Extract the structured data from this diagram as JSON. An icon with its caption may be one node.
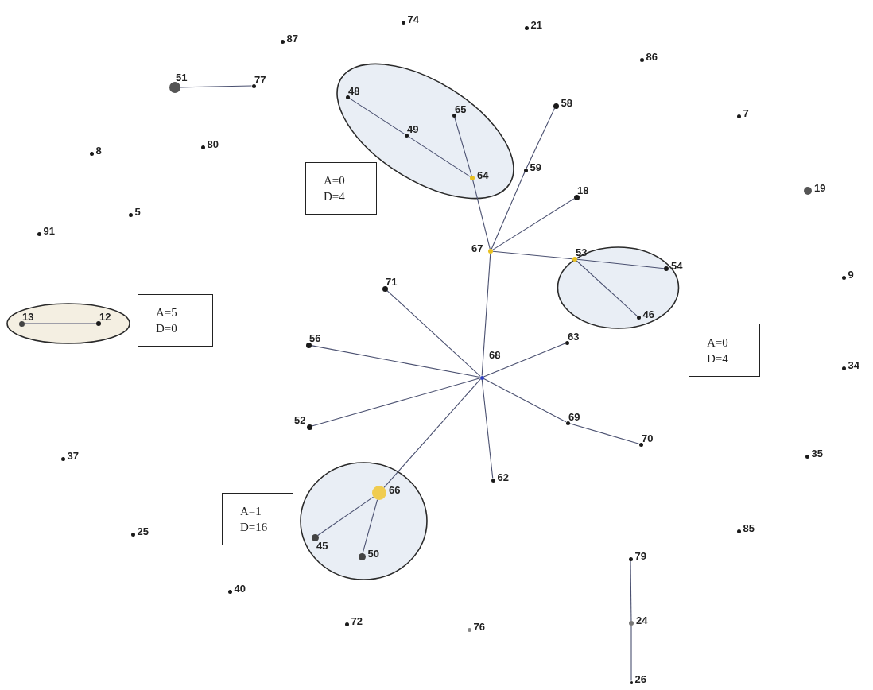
{
  "diagram": {
    "nodes": [
      {
        "text": [
          "74"
        ]
      },
      {
        "text": [
          "21"
        ]
      },
      {
        "text": [
          "87"
        ]
      },
      {
        "text": [
          "86"
        ]
      },
      {
        "text": [
          "51"
        ]
      },
      {
        "text": [
          "77"
        ]
      },
      {
        "text": [],
        "shape": "ellipse"
      },
      {
        "text": [
          "48"
        ],
        "in": 6
      },
      {
        "text": [
          "65"
        ],
        "in": 6
      },
      {
        "text": [
          "49"
        ],
        "in": 6
      },
      {
        "text": [
          "64"
        ],
        "in": 6
      },
      {
        "text": [
          "58"
        ]
      },
      {
        "text": [
          "7"
        ]
      },
      {
        "text": [
          "8"
        ]
      },
      {
        "text": [
          "80"
        ]
      },
      {
        "text": [
          "A=0 D=4"
        ]
      },
      {
        "text": [
          "59"
        ]
      },
      {
        "text": [
          "19"
        ]
      },
      {
        "text": [
          "18"
        ]
      },
      {
        "text": [
          "5"
        ]
      },
      {
        "text": [
          "91"
        ]
      },
      {
        "text": [
          "67"
        ]
      },
      {
        "text": [],
        "shape": "ellipse"
      },
      {
        "text": [
          "53"
        ],
        "in": 22
      },
      {
        "text": [
          "54"
        ],
        "in": 22
      },
      {
        "text": [
          "46"
        ],
        "in": 22
      },
      {
        "text": [
          "9"
        ]
      },
      {
        "text": [
          "71"
        ]
      },
      {
        "text": [],
        "shape": "ellipse"
      },
      {
        "text": [
          "13"
        ],
        "in": 28
      },
      {
        "text": [
          "12"
        ],
        "in": 28
      },
      {
        "text": [
          "A=5 D=0"
        ]
      },
      {
        "text": [
          "A=0 D=4"
        ]
      },
      {
        "text": [
          "56"
        ]
      },
      {
        "text": [
          "63"
        ]
      },
      {
        "text": [
          "68"
        ]
      },
      {
        "text": [
          "34"
        ]
      },
      {
        "text": [
          "52"
        ]
      },
      {
        "text": [
          "69"
        ]
      },
      {
        "text": [
          "70"
        ]
      },
      {
        "text": [
          "37"
        ]
      },
      {
        "text": [
          "35"
        ]
      },
      {
        "text": [
          "62"
        ]
      },
      {
        "text": [],
        "shape": "ellipse"
      },
      {
        "text": [
          "66"
        ],
        "in": 43
      },
      {
        "text": [
          "45"
        ],
        "in": 43
      },
      {
        "text": [
          "50"
        ],
        "in": 43
      },
      {
        "text": [
          "A=1 D=16"
        ]
      },
      {
        "text": [
          "25"
        ]
      },
      {
        "text": [
          "85"
        ]
      },
      {
        "text": [
          "79"
        ]
      },
      {
        "text": [
          "40"
        ]
      },
      {
        "text": [
          "72"
        ]
      },
      {
        "text": [
          "76"
        ]
      },
      {
        "text": [
          "24"
        ]
      },
      {
        "text": [
          "26"
        ]
      }
    ],
    "edges": [
      {
        "from": 4,
        "to": 5,
        "arrow": "none"
      },
      {
        "from": 7,
        "to": 9,
        "arrow": "none"
      },
      {
        "from": 9,
        "to": 10,
        "arrow": "none"
      },
      {
        "from": 8,
        "to": 10,
        "arrow": "none"
      },
      {
        "from": 10,
        "to": 21,
        "arrow": "none"
      },
      {
        "from": 11,
        "to": 16,
        "arrow": "none"
      },
      {
        "from": 16,
        "to": 21,
        "arrow": "none"
      },
      {
        "from": 18,
        "to": 21,
        "arrow": "none"
      },
      {
        "from": 21,
        "to": 23,
        "arrow": "none"
      },
      {
        "from": 23,
        "to": 24,
        "arrow": "none"
      },
      {
        "from": 23,
        "to": 25,
        "arrow": "none"
      },
      {
        "from": 21,
        "to": 35,
        "arrow": "none"
      },
      {
        "from": 27,
        "to": 35,
        "arrow": "none"
      },
      {
        "from": 33,
        "to": 35,
        "arrow": "none"
      },
      {
        "from": 37,
        "to": 35,
        "arrow": "none"
      },
      {
        "from": 34,
        "to": 35,
        "arrow": "none"
      },
      {
        "from": 38,
        "to": 35,
        "arrow": "none"
      },
      {
        "from": 38,
        "to": 39,
        "arrow": "none"
      },
      {
        "from": 42,
        "to": 35,
        "arrow": "none"
      },
      {
        "from": 44,
        "to": 35,
        "arrow": "none"
      },
      {
        "from": 44,
        "to": 45,
        "arrow": "none"
      },
      {
        "from": 44,
        "to": 46,
        "arrow": "none"
      },
      {
        "from": 29,
        "to": 30,
        "arrow": "none"
      },
      {
        "from": 50,
        "to": 54,
        "arrow": "none"
      },
      {
        "from": 54,
        "to": 55,
        "arrow": "none"
      }
    ]
  }
}
